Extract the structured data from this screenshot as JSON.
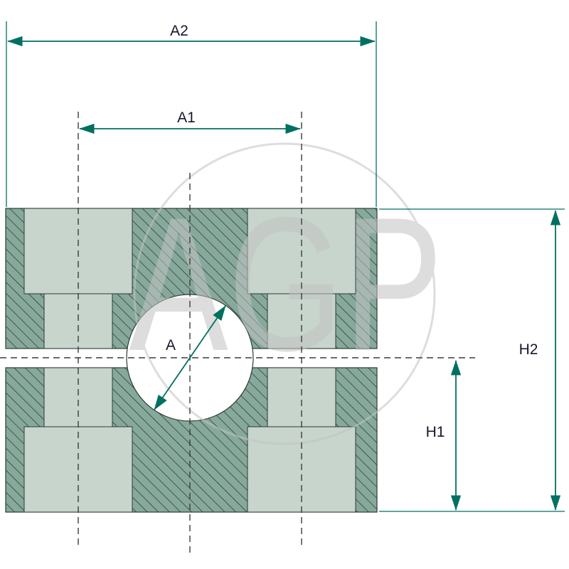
{
  "diagram": {
    "type": "technical-drawing-clamp-cross-section",
    "watermark": {
      "text": "AGP"
    },
    "labels": {
      "a2": "A2",
      "a1": "A1",
      "a": "A",
      "h1": "H1",
      "h2": "H2"
    },
    "colors": {
      "dimension_teal": "#007060",
      "body_hatch_fill": "#86a99b",
      "body_light_fill": "#c7d5cc",
      "hatch_line": "#2b3b34",
      "outline": "#2c3c36",
      "centerline": "#3c3c3c",
      "watermark_gray": "#c3c3c3",
      "label_text": "#15192b",
      "background": "#ffffff"
    }
  }
}
